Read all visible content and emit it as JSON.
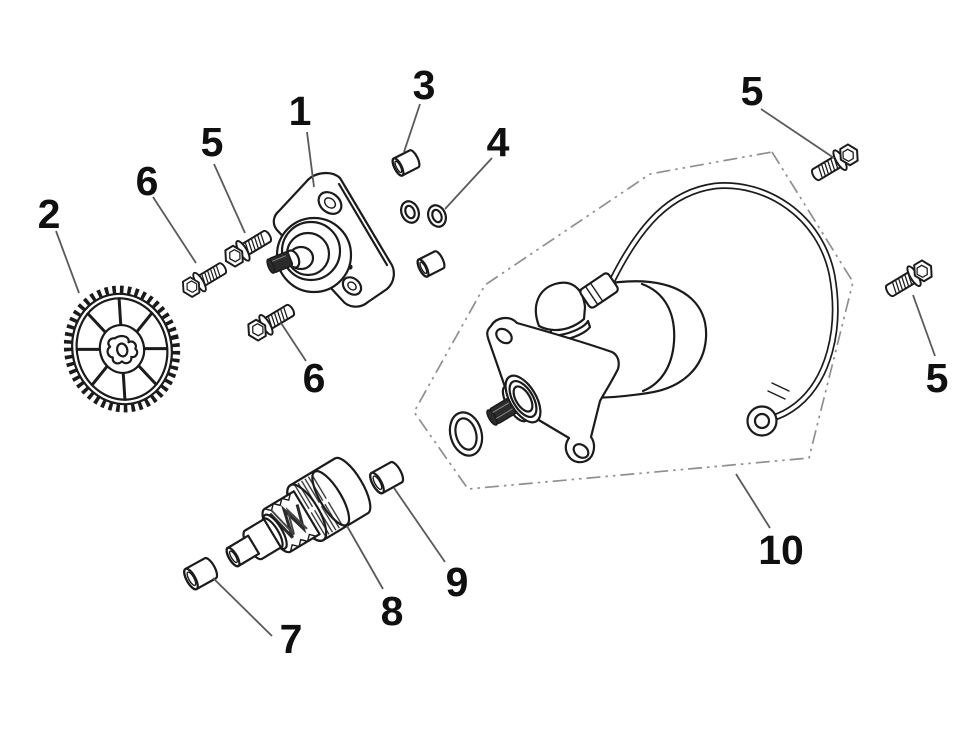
{
  "diagram": {
    "type": "exploded-parts-diagram",
    "background": "#ffffff",
    "colors": {
      "line": "#1b1b1b",
      "leader": "#5a5a5a",
      "boundary": "#8f8f8f",
      "label": "#101010",
      "dark_fill": "#2b2b2b"
    }
  },
  "callouts": [
    {
      "text": "1",
      "target": "pump-assembly"
    },
    {
      "text": "2",
      "target": "driven-sprocket"
    },
    {
      "text": "3",
      "target": "dowel-pin"
    },
    {
      "text": "4",
      "target": "o-rings"
    },
    {
      "text": "5",
      "target": "flange-bolt-upper-left"
    },
    {
      "text": "5",
      "target": "flange-bolt-top-right"
    },
    {
      "text": "5",
      "target": "flange-bolt-right"
    },
    {
      "text": "6",
      "target": "flange-bolt-upper"
    },
    {
      "text": "6",
      "target": "flange-bolt-lower"
    },
    {
      "text": "7",
      "target": "bushing-left"
    },
    {
      "text": "8",
      "target": "starter-drive-gear"
    },
    {
      "text": "9",
      "target": "bushing-right"
    },
    {
      "text": "10",
      "target": "starter-motor-assembly"
    }
  ]
}
